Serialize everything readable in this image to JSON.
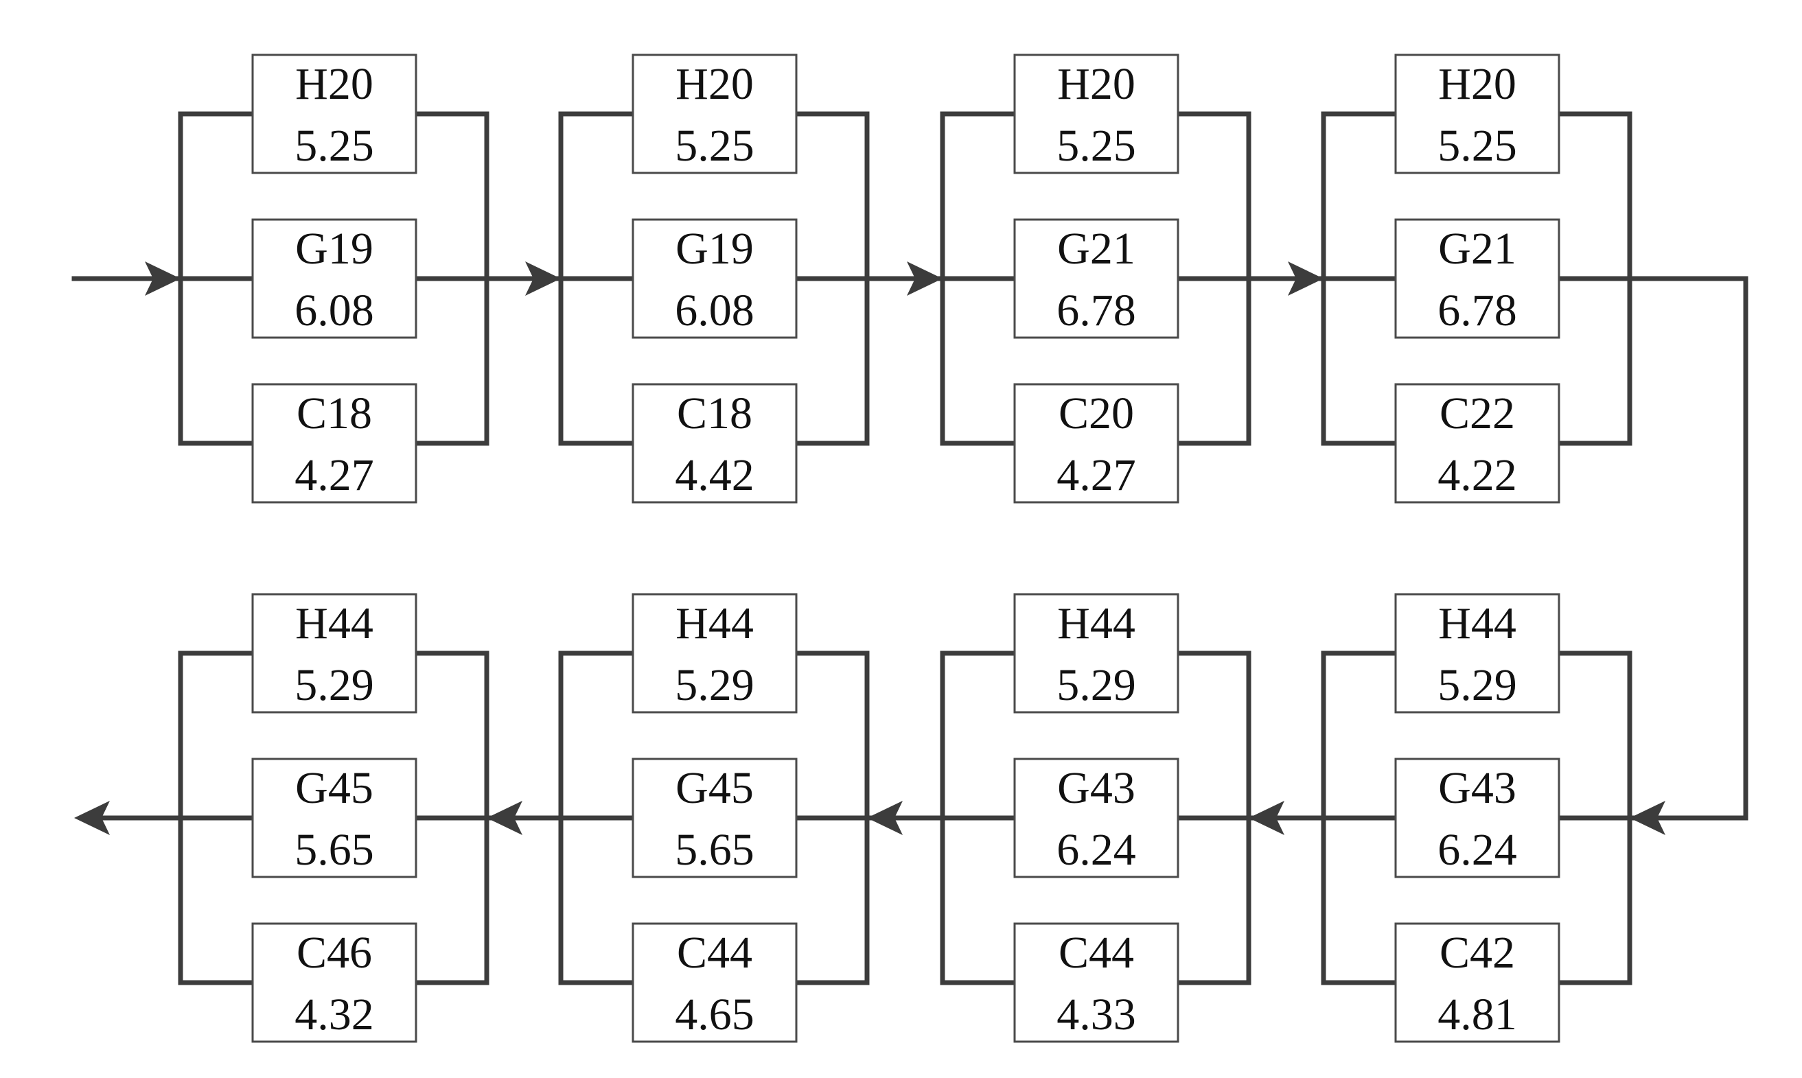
{
  "diagram": {
    "stages": [
      {
        "row": 0,
        "col": 0,
        "units": [
          {
            "label": "H20",
            "value": "5.25"
          },
          {
            "label": "G19",
            "value": "6.08"
          },
          {
            "label": "C18",
            "value": "4.27"
          }
        ]
      },
      {
        "row": 0,
        "col": 1,
        "units": [
          {
            "label": "H20",
            "value": "5.25"
          },
          {
            "label": "G19",
            "value": "6.08"
          },
          {
            "label": "C18",
            "value": "4.42"
          }
        ]
      },
      {
        "row": 0,
        "col": 2,
        "units": [
          {
            "label": "H20",
            "value": "5.25"
          },
          {
            "label": "G21",
            "value": "6.78"
          },
          {
            "label": "C20",
            "value": "4.27"
          }
        ]
      },
      {
        "row": 0,
        "col": 3,
        "units": [
          {
            "label": "H20",
            "value": "5.25"
          },
          {
            "label": "G21",
            "value": "6.78"
          },
          {
            "label": "C22",
            "value": "4.22"
          }
        ]
      },
      {
        "row": 1,
        "col": 3,
        "units": [
          {
            "label": "H44",
            "value": "5.29"
          },
          {
            "label": "G43",
            "value": "6.24"
          },
          {
            "label": "C42",
            "value": "4.81"
          }
        ]
      },
      {
        "row": 1,
        "col": 2,
        "units": [
          {
            "label": "H44",
            "value": "5.29"
          },
          {
            "label": "G43",
            "value": "6.24"
          },
          {
            "label": "C44",
            "value": "4.33"
          }
        ]
      },
      {
        "row": 1,
        "col": 1,
        "units": [
          {
            "label": "H44",
            "value": "5.29"
          },
          {
            "label": "G45",
            "value": "5.65"
          },
          {
            "label": "C44",
            "value": "4.65"
          }
        ]
      },
      {
        "row": 1,
        "col": 0,
        "units": [
          {
            "label": "H44",
            "value": "5.29"
          },
          {
            "label": "G45",
            "value": "5.65"
          },
          {
            "label": "C46",
            "value": "4.32"
          }
        ]
      }
    ],
    "colors": {
      "line": "#3c3c3c",
      "box_border": "#4a4a4a",
      "text": "#111111",
      "background": "#ffffff"
    }
  }
}
